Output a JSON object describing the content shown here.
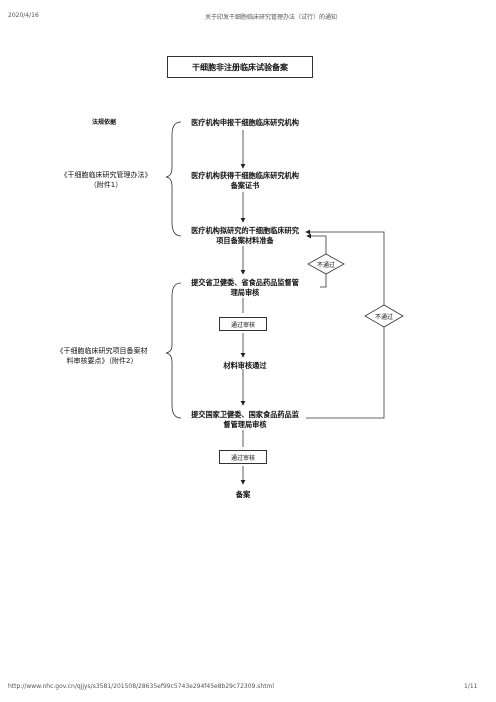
{
  "header": {
    "date": "2020/4/16",
    "page_title": "关于印发干细胞临床研究管理办法（试行）的通知"
  },
  "footer": {
    "url": "http://www.nhc.gov.cn/qjjys/s3581/201508/28635ef99c5743e294f45e8b29c72309.shtml",
    "page_number": "1/11"
  },
  "flowchart": {
    "title": "干细胞非注册临床试验备案",
    "basis_label": "法规依据",
    "basis_1": [
      "《干细胞临床研究管理办法》",
      "（附件1）"
    ],
    "basis_2": [
      "《干细胞临床研究项目备案材",
      "料审核要点》（附件2）"
    ],
    "step_1": "医疗机构申报干细胞临床研究机构",
    "step_2": [
      "医疗机构获得干细胞临床研究机构",
      "备案证书"
    ],
    "step_3": [
      "医疗机构拟研究的干细胞临床研究",
      "项目备案材料准备"
    ],
    "step_4": [
      "提交省卫健委、省食品药品监督管",
      "理局审核"
    ],
    "pass_1": "通过审核",
    "step_5": "材料审核通过",
    "step_6": [
      "提交国家卫健委、国家食品药品监",
      "督管理局审核"
    ],
    "pass_2": "通过审核",
    "final": "备案",
    "reject_1": "不通过",
    "reject_2": "不通过"
  }
}
